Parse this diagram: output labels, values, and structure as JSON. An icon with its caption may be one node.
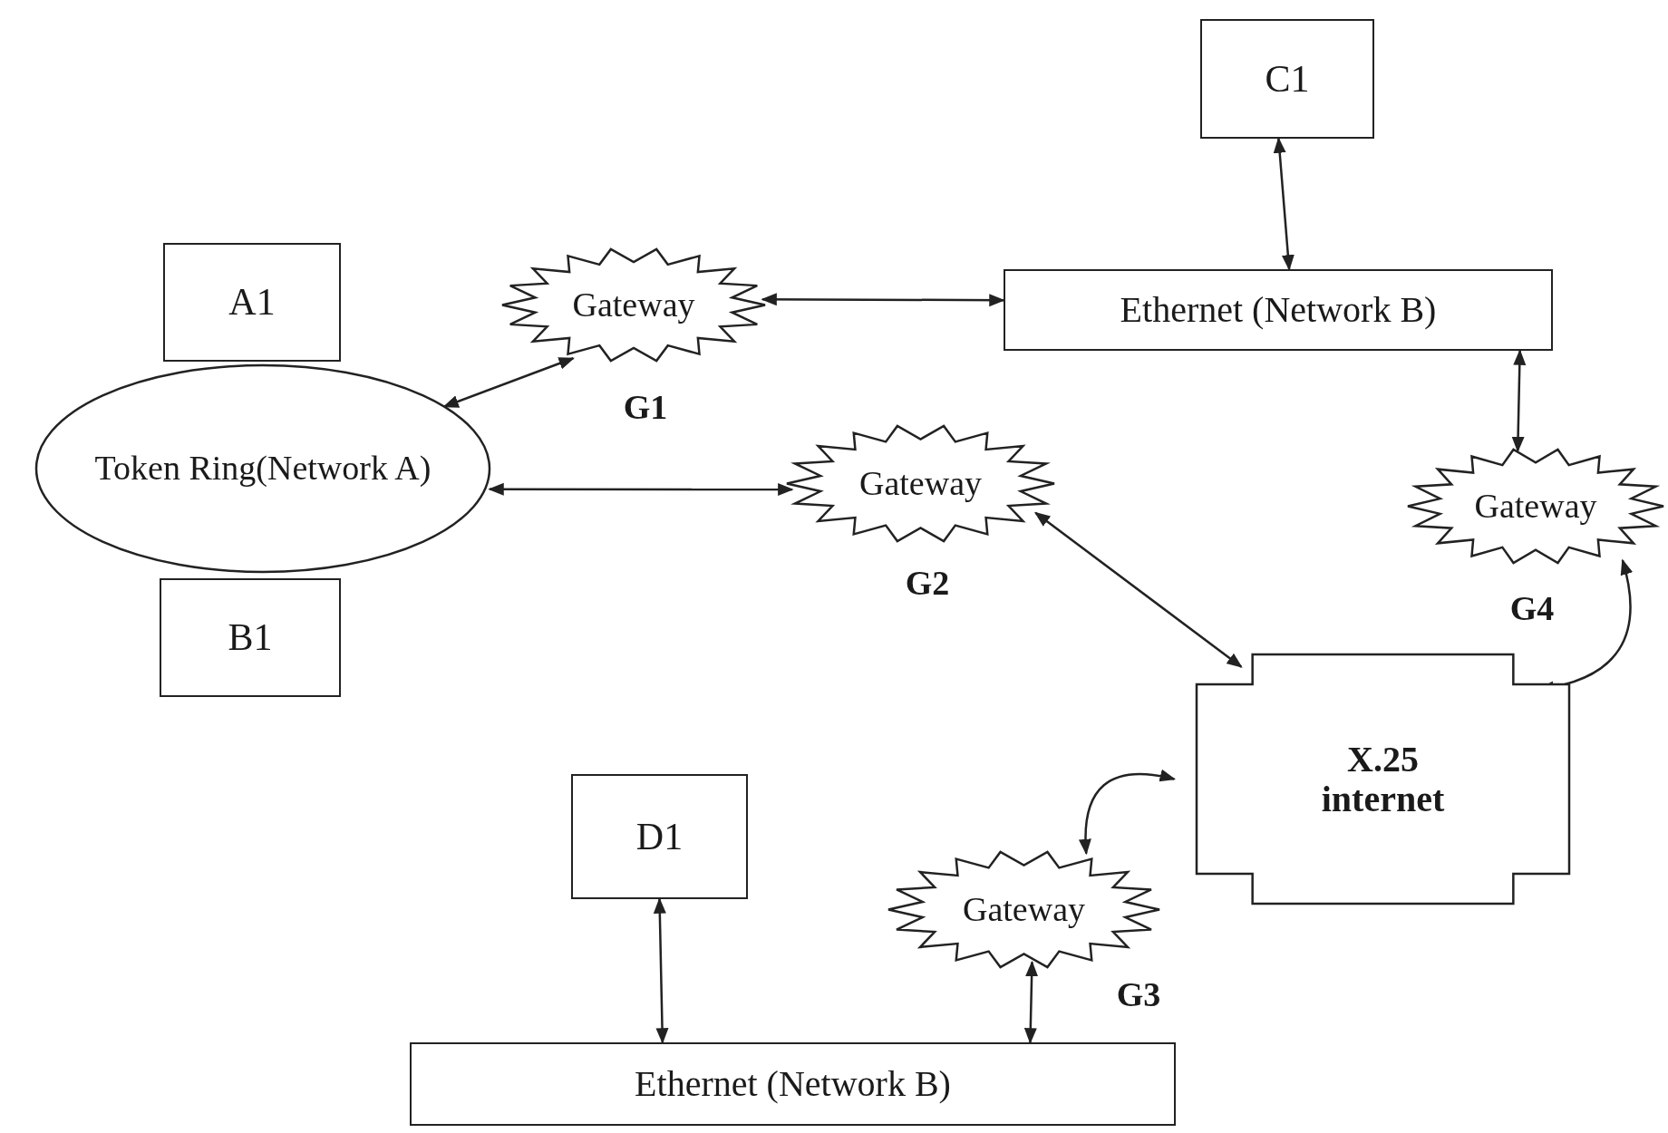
{
  "diagram": {
    "nodes": [
      {
        "text": [
          "A1"
        ]
      },
      {
        "text": [
          "Token Ring(Network A)"
        ]
      },
      {
        "text": [
          "B1"
        ]
      },
      {
        "text": [
          "Gateway"
        ],
        "beside": [
          "G1"
        ]
      },
      {
        "text": [
          "C1"
        ]
      },
      {
        "text": [
          "Ethernet (Network B)"
        ]
      },
      {
        "text": [
          "Gateway"
        ],
        "beside": [
          "G2"
        ]
      },
      {
        "text": [
          "Gateway"
        ],
        "beside": [
          "G4"
        ]
      },
      {
        "text": [
          "X.25 internet"
        ]
      },
      {
        "text": [
          "D1"
        ]
      },
      {
        "text": [
          "Gateway"
        ],
        "beside": [
          "G3"
        ]
      },
      {
        "text": [
          "Ethernet (Network B)"
        ]
      }
    ],
    "edges": [
      {
        "from": 3,
        "to": 5,
        "arrow": "both"
      },
      {
        "from": 3,
        "to": 1,
        "arrow": "both"
      },
      {
        "from": 4,
        "to": 5,
        "arrow": "both"
      },
      {
        "from": 1,
        "to": 6,
        "arrow": "both"
      },
      {
        "from": 6,
        "to": 8,
        "arrow": "both"
      },
      {
        "from": 5,
        "to": 7,
        "arrow": "both"
      },
      {
        "from": 7,
        "to": 8,
        "arrow": "both"
      },
      {
        "from": 8,
        "to": 10,
        "arrow": "both"
      },
      {
        "from": 10,
        "to": 11,
        "arrow": "both"
      },
      {
        "from": 9,
        "to": 11,
        "arrow": "both"
      }
    ]
  }
}
